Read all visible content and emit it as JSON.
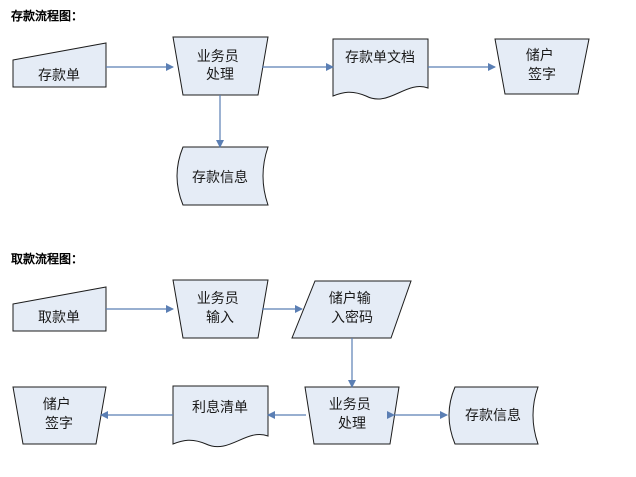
{
  "deposit": {
    "title": "存款流程图：",
    "slip": "存款单",
    "clerk_process": [
      "业务员",
      "处理"
    ],
    "document": "存款单文档",
    "customer_sign": [
      "储户",
      "签字"
    ],
    "info": "存款信息"
  },
  "withdraw": {
    "title": "取款流程图：",
    "slip": "取款单",
    "clerk_input": [
      "业务员",
      "输入"
    ],
    "password": [
      "储户输",
      "入密码"
    ],
    "clerk_process": [
      "业务员",
      "处理"
    ],
    "info": "存款信息",
    "statement": "利息清单",
    "customer_sign": [
      "储户",
      "签字"
    ]
  },
  "colors": {
    "shape_fill": "#e5ecf6",
    "shape_stroke": "#1c1c1c",
    "arrow": "#5b7fb4",
    "text": "#1a1a1a"
  }
}
